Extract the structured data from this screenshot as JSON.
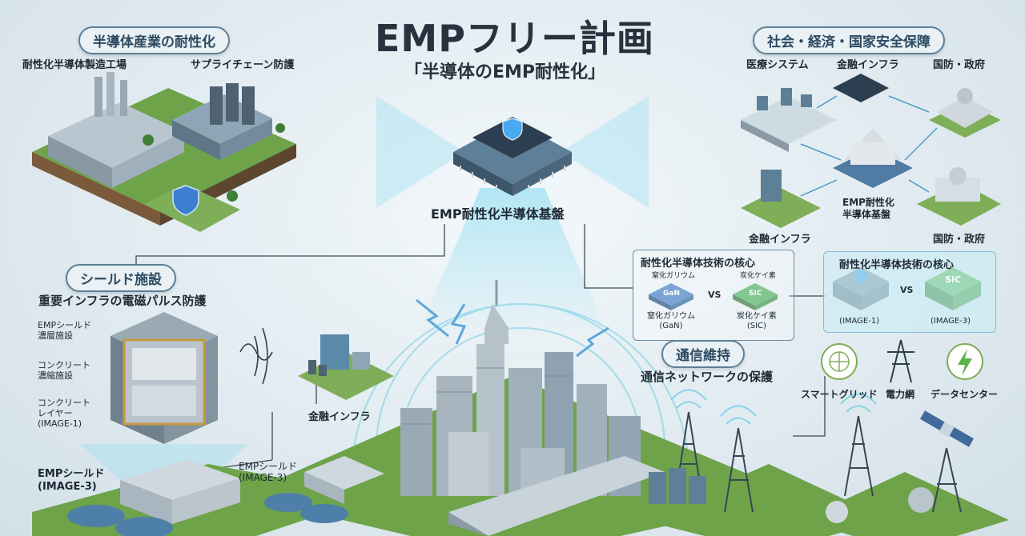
{
  "title": "EMPフリー計画",
  "subtitle": "「半導体のEMP耐性化」",
  "center_label": "EMP耐性化半導体基盤",
  "sections": {
    "industry": {
      "heading": "半導体産業の耐性化",
      "items": [
        "耐性化半導体製造工場",
        "サプライチェーン防護"
      ]
    },
    "society": {
      "heading": "社会・経済・国家安全保障",
      "items": [
        "医療システム",
        "金融インフラ",
        "国防・政府",
        "金融インフラ",
        "EMP耐性化\n半導体基盤",
        "国防・政府"
      ]
    },
    "shield": {
      "heading": "シールド施設",
      "subheading": "重要インフラの電磁パルス防護",
      "layers": [
        "EMPシールド\n濃層施設",
        "コンクリート\n濃縮施設",
        "コンクリート\nレイヤー\n(IMAGE-1)"
      ],
      "bottom_left": "EMPシールド\n(IMAGE-3)",
      "bottom_mid": "EMPシールド\n(IMAGE-3)",
      "finance": "金融インフラ"
    },
    "tech_core_1": {
      "heading": "耐性化半導体技術の核心",
      "gan_top": "窒化ガリウム",
      "sic_top": "炭化ケイ素",
      "gan_chip": "GaN",
      "sic_chip": "SIC",
      "vs": "VS",
      "gan_bottom": "窒化ガリウム\n(GaN)",
      "sic_bottom": "炭化ケイ素\n(SIC)"
    },
    "tech_core_2": {
      "heading": "耐性化半導体技術の核心",
      "vs": "VS",
      "left": "(IMAGE-1)",
      "right": "(IMAGE-3)",
      "sic_chip": "SIC"
    },
    "comms": {
      "heading": "通信維持",
      "subheading": "通信ネットワークの保護",
      "items": [
        "スマートグリッド",
        "電力網",
        "データセンター"
      ]
    }
  },
  "colors": {
    "accent": "#5d7f97",
    "glow": "#6fd3ea",
    "ground": "#6ea34a",
    "text": "#1f2a36"
  }
}
